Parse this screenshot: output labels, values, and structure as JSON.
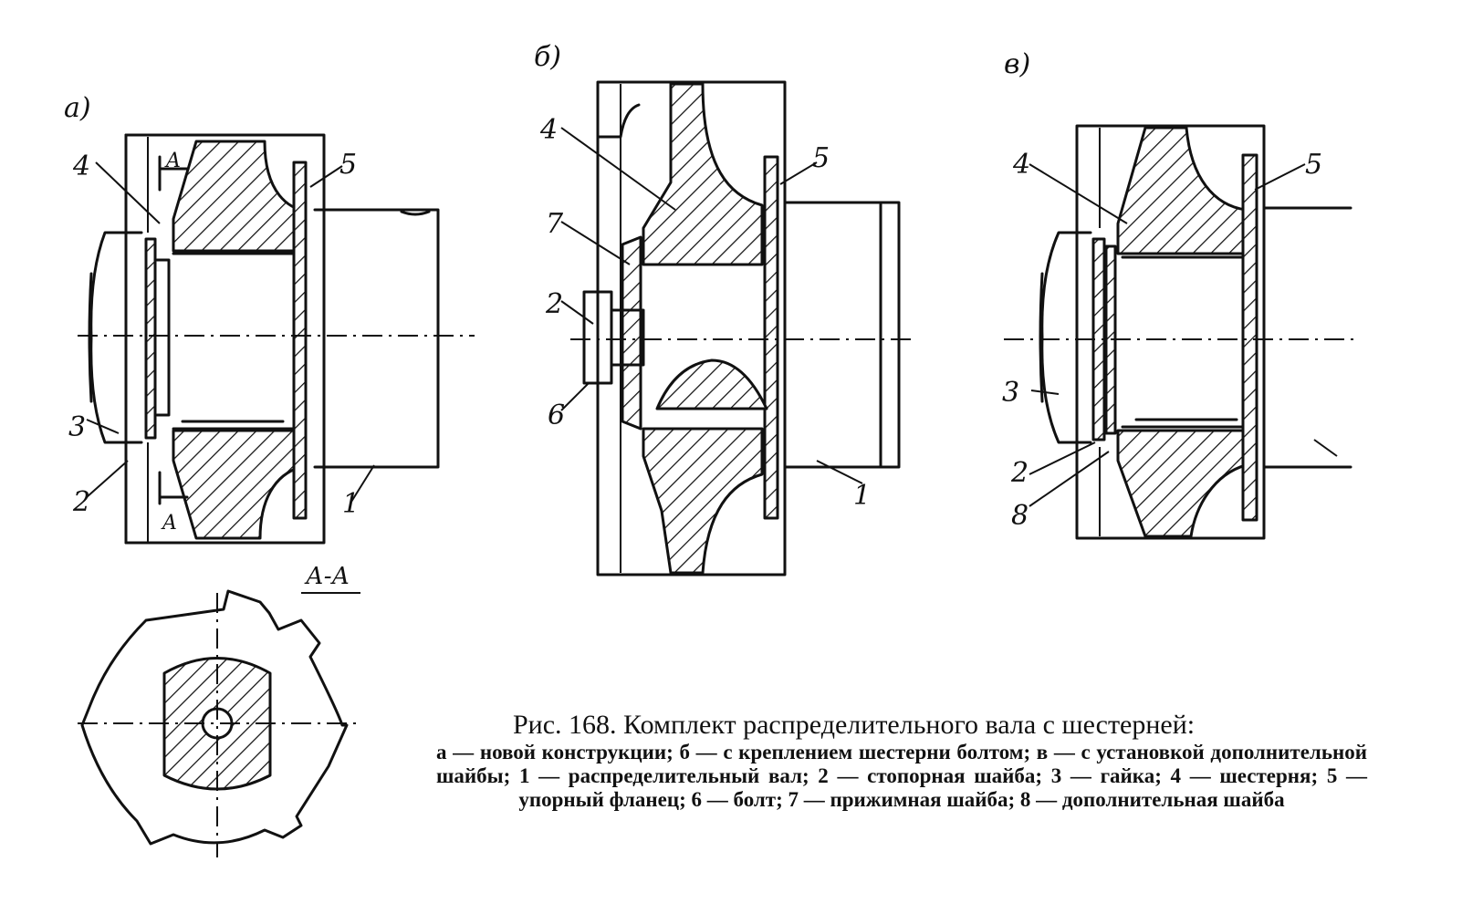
{
  "figure": {
    "views": [
      {
        "id": "a",
        "letter": "а)",
        "callouts": [
          "4",
          "5",
          "3",
          "2",
          "1"
        ],
        "section_marks": [
          "A",
          "A"
        ]
      },
      {
        "id": "b",
        "letter": "б)",
        "callouts": [
          "4",
          "5",
          "7",
          "2",
          "6",
          "1"
        ]
      },
      {
        "id": "v",
        "letter": "в)",
        "callouts": [
          "4",
          "5",
          "3",
          "2",
          "8"
        ]
      }
    ],
    "section_label": "А-А"
  },
  "caption": {
    "title": "Рис. 168. Комплект распределительного вала с шестерней:",
    "description": "а — новой конструкции; б — с креплением шестерни болтом; в — с установкой дополнительной шайбы; 1 — распределительный вал; 2 — стопорная шайба; 3 — гайка; 4 — шестерня; 5 — упорный фланец; 6 — болт; 7 — прижимная шайба; 8 — дополнительная шайба"
  }
}
